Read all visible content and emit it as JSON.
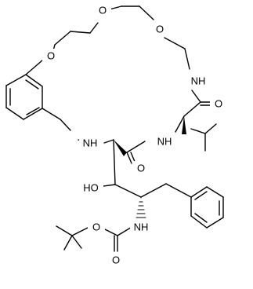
{
  "molecule": {
    "atom_labels": {
      "o_ether_1": "O",
      "o_ether_2": "O",
      "o_ether_3": "O",
      "nh_macrocycle": "NH",
      "o_carbonyl_val": "O",
      "nh_val": "NH",
      "nh_amine": "NH",
      "o_carbonyl_ring": "O",
      "ho": "HO",
      "nh_boc": "NH",
      "o_boc_ester": "O",
      "o_boc_carbonyl": "O"
    }
  }
}
